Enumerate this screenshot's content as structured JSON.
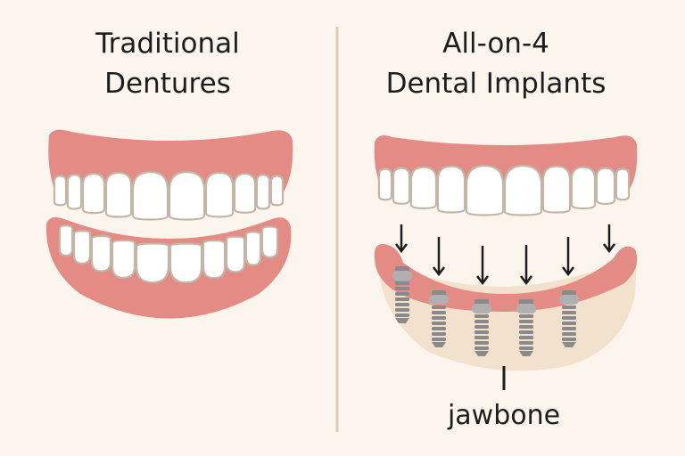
{
  "left_panel": {
    "title_line1": "Traditional",
    "title_line2": "Dentures"
  },
  "right_panel": {
    "title_line1": "All-on-4",
    "title_line2": "Dental Implants",
    "jawbone_label": "jawbone"
  },
  "colors": {
    "background": "#fcf5ee",
    "gum": "#e38b84",
    "tooth": "#ffffff",
    "tooth_outline": "#c2b6a6",
    "bone": "#f2e1cc",
    "implant": "#8a8a8a",
    "implant_light": "#b0b0b0",
    "divider": "#d8ccbf"
  },
  "implant_count": 5,
  "arrow_count": 6
}
